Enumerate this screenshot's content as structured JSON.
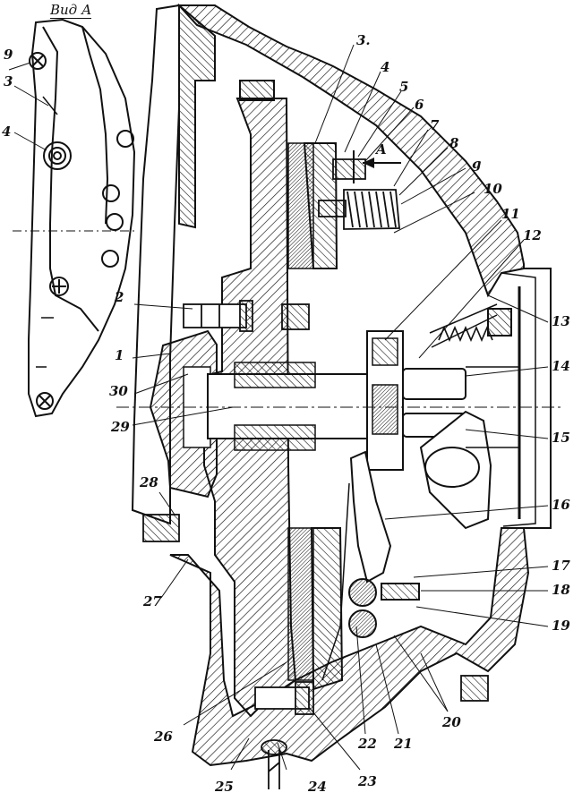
{
  "view_title": "Вид А",
  "arrow_letter": "A",
  "callouts": {
    "n1": "1",
    "n2": "2",
    "n3": "3",
    "n3top": "3.",
    "n4": "4",
    "n4top": "4",
    "n5": "5",
    "n6": "6",
    "n7": "7",
    "n8": "8",
    "n9": "9",
    "n9top": "g",
    "n10": "10",
    "n11": "11",
    "n12": "12",
    "n13": "13",
    "n14": "14",
    "n15": "15",
    "n16": "16",
    "n17": "17",
    "n18": "18",
    "n19": "19",
    "n20": "20",
    "n21": "21",
    "n22": "22",
    "n23": "23",
    "n24": "24",
    "n25": "25",
    "n26": "26",
    "n27": "27",
    "n28": "28",
    "n29": "29",
    "n30": "30"
  }
}
